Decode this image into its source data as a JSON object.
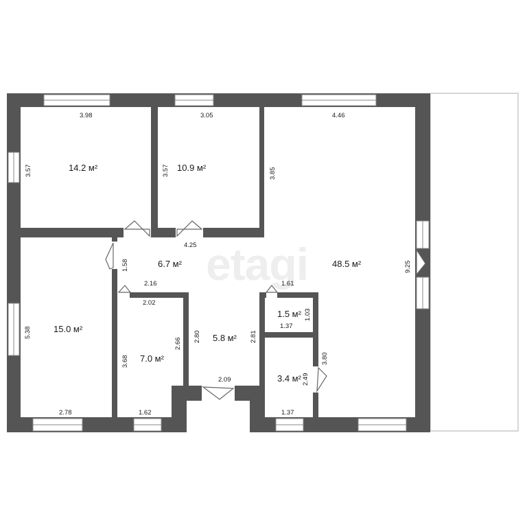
{
  "plan": {
    "watermark": "etagi",
    "rooms": [
      {
        "id": "bedroom-top-left",
        "area": "14.2 м²"
      },
      {
        "id": "bedroom-top-middle",
        "area": "10.9 м²"
      },
      {
        "id": "living-room",
        "area": "48.5 м²"
      },
      {
        "id": "corridor",
        "area": "6.7 м²"
      },
      {
        "id": "bedroom-bottom-left",
        "area": "15.0 м²"
      },
      {
        "id": "room-small",
        "area": "7.0 м²"
      },
      {
        "id": "hall",
        "area": "5.8 м²"
      },
      {
        "id": "toilet",
        "area": "1.5 м²"
      },
      {
        "id": "bathroom",
        "area": "3.4 м²"
      }
    ],
    "dimensions": [
      "3.98",
      "3.57",
      "3.05",
      "3.57",
      "4.46",
      "3.85",
      "4.25",
      "1.58",
      "9.25",
      "2.16",
      "2.02",
      "1.61",
      "1.03",
      "1.37",
      "5.38",
      "3.68",
      "2.66",
      "2.80",
      "2.81",
      "3.80",
      "2.09",
      "2.49",
      "2.78",
      "1.62",
      "1.37"
    ],
    "colors": {
      "wall": "#555555",
      "window": "#ffffff",
      "terrace_line": "#c8c8c8"
    }
  }
}
